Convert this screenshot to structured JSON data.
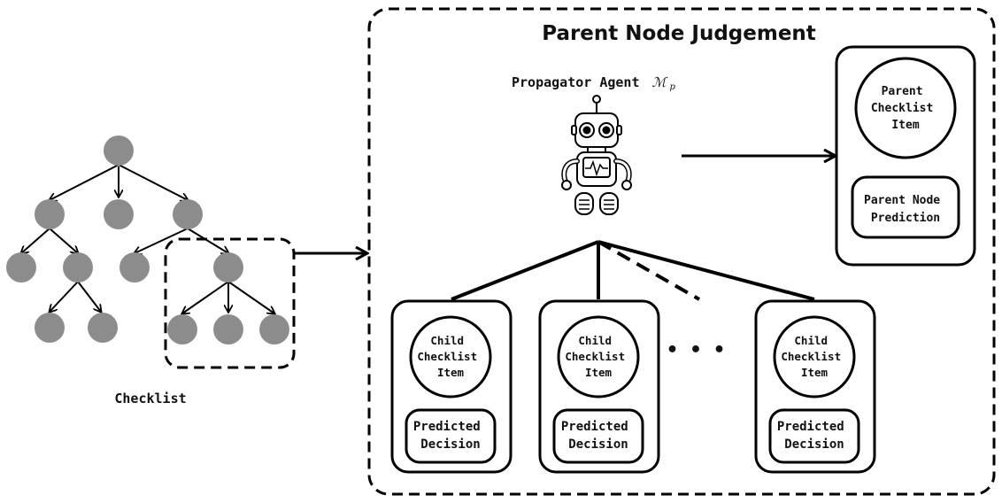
{
  "checklist_label": "Checklist",
  "panel": {
    "title": "Parent Node Judgement",
    "agent_label": "Propagator Agent",
    "agent_symbol": "ℳ",
    "agent_symbol_sub": "p"
  },
  "parent_box": {
    "item_lines": [
      "Parent",
      "Checklist",
      "Item"
    ],
    "prediction_lines": [
      "Parent Node",
      "Prediction"
    ]
  },
  "child_boxes": [
    {
      "item_lines": [
        "Child",
        "Checklist",
        "Item"
      ],
      "decision_lines": [
        "Predicted",
        "Decision"
      ]
    },
    {
      "item_lines": [
        "Child",
        "Checklist",
        "Item"
      ],
      "decision_lines": [
        "Predicted",
        "Decision"
      ]
    },
    {
      "item_lines": [
        "Child",
        "Checklist",
        "Item"
      ],
      "decision_lines": [
        "Predicted",
        "Decision"
      ]
    }
  ],
  "ellipsis": "• • •"
}
